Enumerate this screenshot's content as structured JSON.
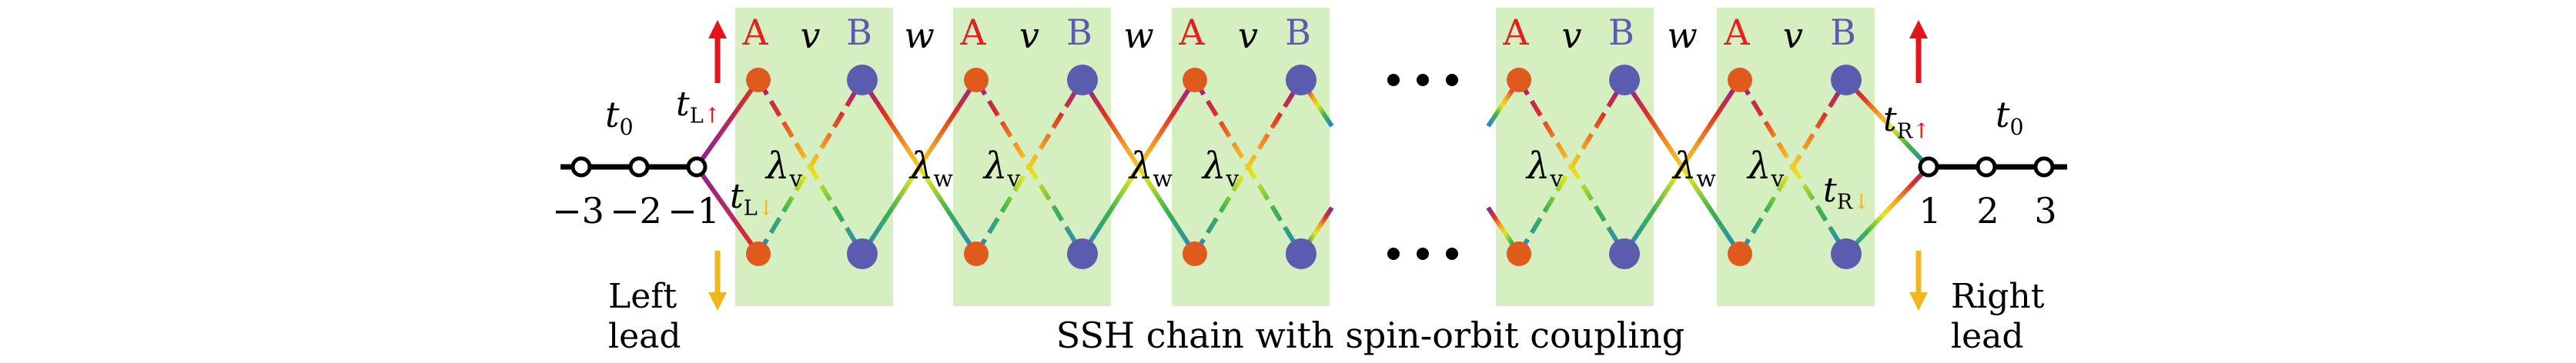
{
  "colors": {
    "cell_bg": "#d6efc0",
    "site_a": "#e05a1e",
    "site_b": "#5b5cb0",
    "label_a": "#e4201c",
    "label_b": "#5b5cb0",
    "spin_up": "#e3141c",
    "spin_down": "#f1b71f",
    "lead": "#000000",
    "text": "#000000"
  },
  "cell_labels": {
    "site_a": "A",
    "site_b": "B",
    "intra": "v",
    "inter": "w",
    "lambda_v_sym": "λ",
    "lambda_v_sub": "v",
    "lambda_w_sym": "λ",
    "lambda_w_sub": "w"
  },
  "left_lead": {
    "hopping": "t",
    "hopping_sub": "0",
    "coupling_up_sym": "t",
    "coupling_up_sub": "L",
    "coupling_up_arrow": "↑",
    "coupling_down_sym": "t",
    "coupling_down_sub": "L",
    "coupling_down_arrow": "↓",
    "sites": [
      "−3",
      "−2",
      "−1"
    ],
    "label_line1": "Left",
    "label_line2": "lead"
  },
  "right_lead": {
    "hopping": "t",
    "hopping_sub": "0",
    "coupling_up_sym": "t",
    "coupling_up_sub": "R",
    "coupling_up_arrow": "↑",
    "coupling_down_sym": "t",
    "coupling_down_sub": "R",
    "coupling_down_arrow": "↓",
    "sites": [
      "1",
      "2",
      "3"
    ],
    "label_line1": "Right",
    "label_line2": "lead"
  },
  "caption": "SSH chain with spin-orbit coupling"
}
